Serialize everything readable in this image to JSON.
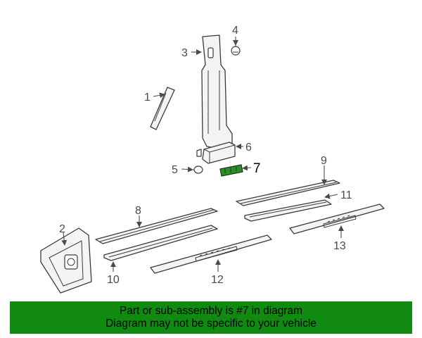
{
  "callouts": {
    "c1": "1",
    "c2": "2",
    "c3": "3",
    "c4": "4",
    "c5": "5",
    "c6": "6",
    "c7": "7",
    "c8": "8",
    "c9": "9",
    "c10": "10",
    "c11": "11",
    "c12": "12",
    "c13": "13"
  },
  "highlight_part": "7",
  "highlight_color": "#118a11",
  "banner": {
    "line1": "Part or sub-assembly is #7 in diagram",
    "line2": "Diagram may not be specific to your vehicle"
  }
}
